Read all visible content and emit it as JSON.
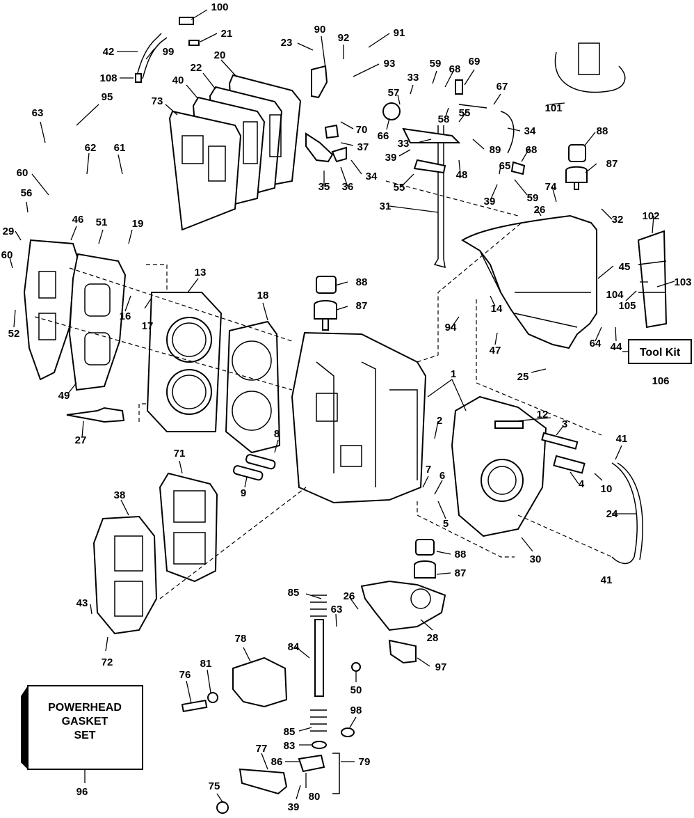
{
  "tool_kit": {
    "label": "Tool Kit",
    "number": "106"
  },
  "gasket_set": {
    "line1": "POWERHEAD",
    "line2": "GASKET",
    "line3": "SET",
    "number": "96"
  },
  "callouts": [
    "100",
    "21",
    "42",
    "99",
    "108",
    "90",
    "92",
    "91",
    "23",
    "20",
    "22",
    "40",
    "93",
    "73",
    "95",
    "63",
    "62",
    "61",
    "60",
    "56",
    "46",
    "51",
    "19",
    "29",
    "60",
    "13",
    "16",
    "17",
    "52",
    "18",
    "88",
    "87",
    "59",
    "68",
    "69",
    "33",
    "57",
    "67",
    "101",
    "58",
    "66",
    "55",
    "70",
    "34",
    "33",
    "89",
    "37",
    "39",
    "68",
    "35",
    "36",
    "34",
    "48",
    "65",
    "59",
    "55",
    "39",
    "74",
    "88",
    "87",
    "26",
    "32",
    "31",
    "102",
    "45",
    "104",
    "103",
    "105",
    "14",
    "94",
    "64",
    "44",
    "47",
    "25",
    "1",
    "49",
    "2",
    "12",
    "3",
    "27",
    "8",
    "9",
    "71",
    "38",
    "41",
    "10",
    "4",
    "24",
    "7",
    "6",
    "5",
    "30",
    "88",
    "87",
    "85",
    "26",
    "63",
    "28",
    "43",
    "72",
    "97",
    "84",
    "78",
    "81",
    "76",
    "50",
    "98",
    "85",
    "83",
    "77",
    "86",
    "79",
    "80",
    "75",
    "39",
    "41"
  ]
}
